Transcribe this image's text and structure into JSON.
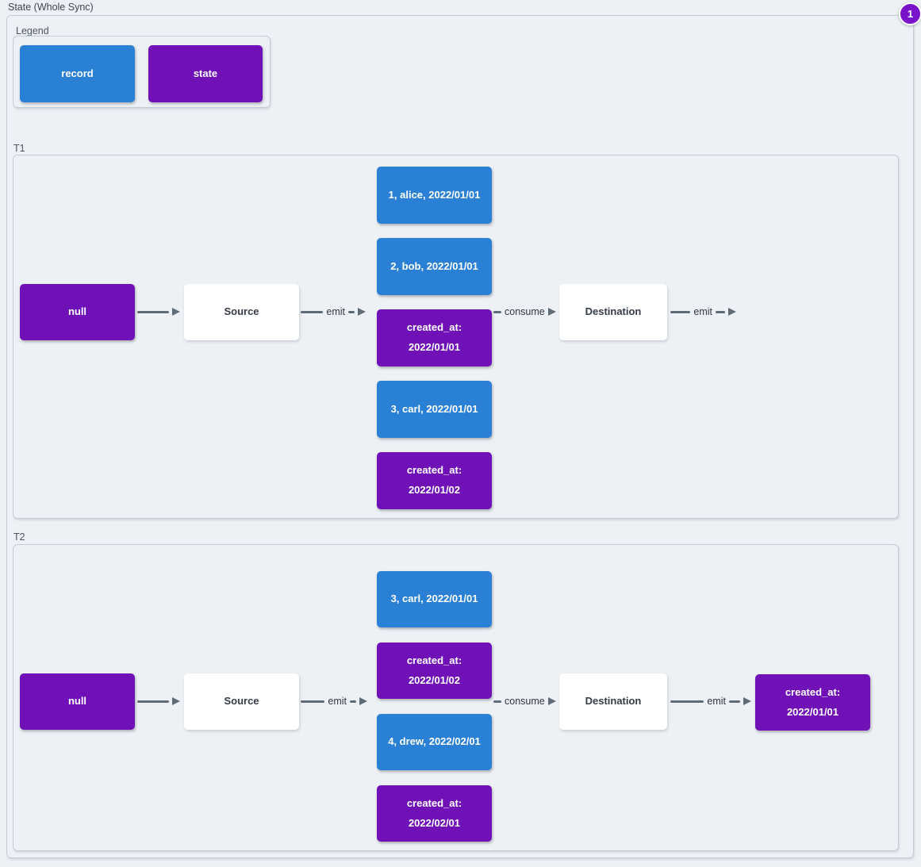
{
  "title": "State (Whole Sync)",
  "badge": {
    "count": "1"
  },
  "colors": {
    "background": "#edf1f5",
    "record_fill": "#2a80d4",
    "state_fill": "#6f11b7",
    "node_fill": "#ffffff",
    "node_text": "#333b45",
    "arrow": "#5f6c78",
    "edge_label": "#2f3740",
    "container_border": "#c2ccd6",
    "container_label": "#4c565f",
    "badge_fill": "#7a14ca"
  },
  "legend": {
    "title": "Legend",
    "items": [
      {
        "type": "record",
        "label": "record"
      },
      {
        "type": "state",
        "label": "state"
      }
    ]
  },
  "t1": {
    "title": "T1",
    "state_in": "null",
    "source": "Source",
    "destination": "Destination",
    "edges": {
      "emit_in": "emit",
      "consume": "consume",
      "emit_out": "emit"
    },
    "stack": [
      {
        "type": "record",
        "label": "1, alice, 2022/01/01"
      },
      {
        "type": "record",
        "label": "2, bob, 2022/01/01"
      },
      {
        "type": "state",
        "label": "created_at:\n2022/01/01"
      },
      {
        "type": "record",
        "label": "3, carl, 2022/01/01"
      },
      {
        "type": "state",
        "label": "created_at:\n2022/01/02"
      }
    ]
  },
  "t2": {
    "title": "T2",
    "state_in": "null",
    "source": "Source",
    "destination": "Destination",
    "state_out": "created_at:\n2022/01/01",
    "edges": {
      "emit_in": "emit",
      "consume": "consume",
      "emit_out": "emit"
    },
    "stack": [
      {
        "type": "record",
        "label": "3, carl, 2022/01/01"
      },
      {
        "type": "state",
        "label": "created_at:\n2022/01/02"
      },
      {
        "type": "record",
        "label": "4, drew, 2022/02/01"
      },
      {
        "type": "state",
        "label": "created_at:\n2022/02/01"
      }
    ]
  }
}
